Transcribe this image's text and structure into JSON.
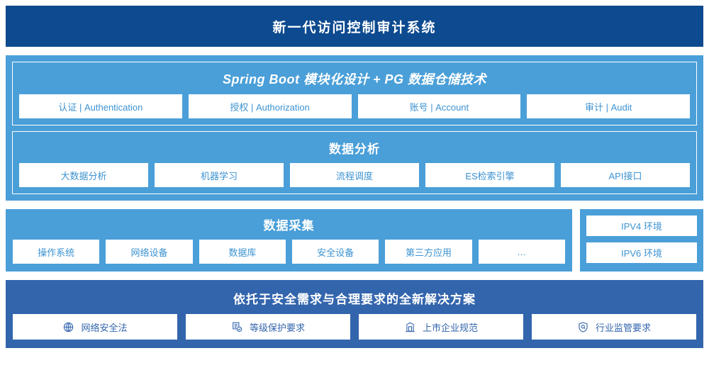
{
  "header": {
    "title": "新一代访问控制审计系统"
  },
  "platform_panel": {
    "title": "Spring Boot 模块化设计 + PG 数据仓储技术",
    "cards": [
      {
        "label": "认证 | Authentication"
      },
      {
        "label": "授权 | Authorization"
      },
      {
        "label": "账号 | Account"
      },
      {
        "label": "审计 | Audit"
      }
    ]
  },
  "analysis_panel": {
    "title": "数据分析",
    "cards": [
      {
        "label": "大数据分析"
      },
      {
        "label": "机器学习"
      },
      {
        "label": "流程调度"
      },
      {
        "label": "ES检索引擎"
      },
      {
        "label": "API接口"
      }
    ]
  },
  "collect_panel": {
    "title": "数据采集",
    "cards": [
      {
        "label": "操作系统"
      },
      {
        "label": "网络设备"
      },
      {
        "label": "数据库"
      },
      {
        "label": "安全设备"
      },
      {
        "label": "第三方应用"
      },
      {
        "label": "…"
      }
    ]
  },
  "environment_panel": {
    "cards": [
      {
        "label": "IPV4 环境"
      },
      {
        "label": "IPV6 环境"
      }
    ]
  },
  "solution_panel": {
    "title": "依托于安全需求与合理要求的全新解决方案",
    "cards": [
      {
        "label": "网络安全法",
        "icon": "globe-network-icon"
      },
      {
        "label": "等级保护要求",
        "icon": "document-check-icon"
      },
      {
        "label": "上市企业规范",
        "icon": "bank-building-icon"
      },
      {
        "label": "行业监管要求",
        "icon": "shield-search-icon"
      }
    ]
  },
  "colors": {
    "header_blue": "#0d4a8f",
    "panel_blue": "#4a9fd8",
    "bottom_blue": "#3365ad",
    "card_bg": "#ffffff",
    "card_text": "#3d93d1",
    "bottom_card_text": "#3365ad"
  }
}
